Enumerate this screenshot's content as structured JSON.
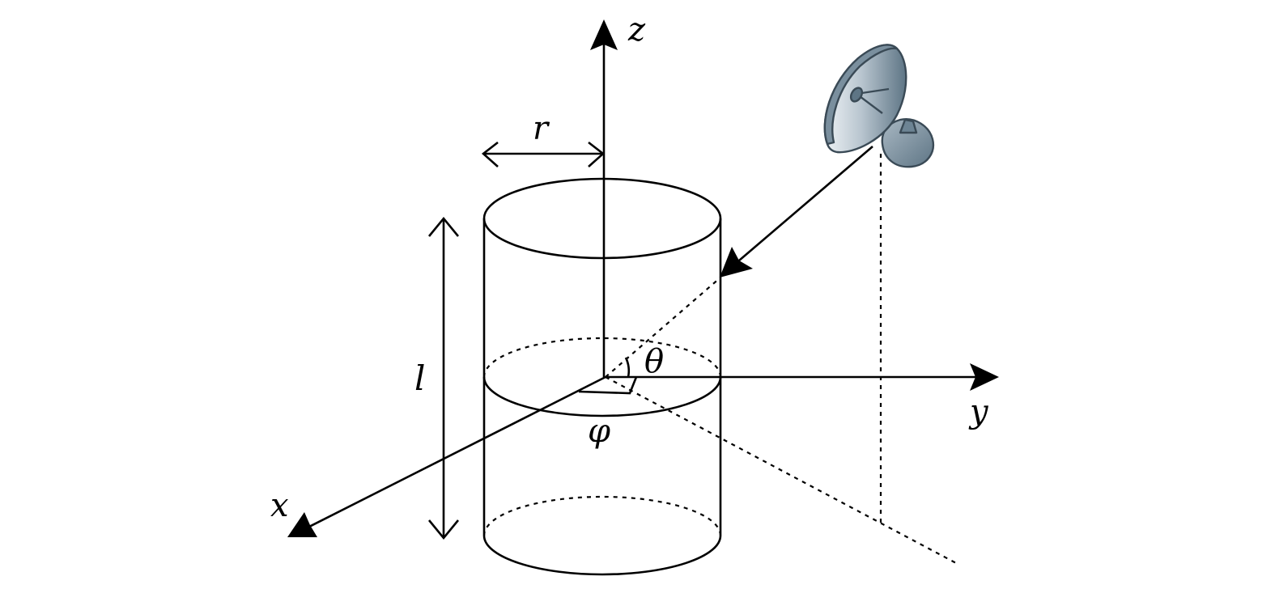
{
  "labels": {
    "z_axis": "z",
    "y_axis": "y",
    "x_axis": "x",
    "radius": "r",
    "length": "l",
    "theta": "θ",
    "phi": "φ"
  },
  "icons": {
    "antenna": "satellite-dish-icon"
  },
  "colors": {
    "stroke": "#000000",
    "dish_dark": "#5e7585",
    "dish_light": "#dfe6ec",
    "dish_outline": "#3a4a56"
  }
}
